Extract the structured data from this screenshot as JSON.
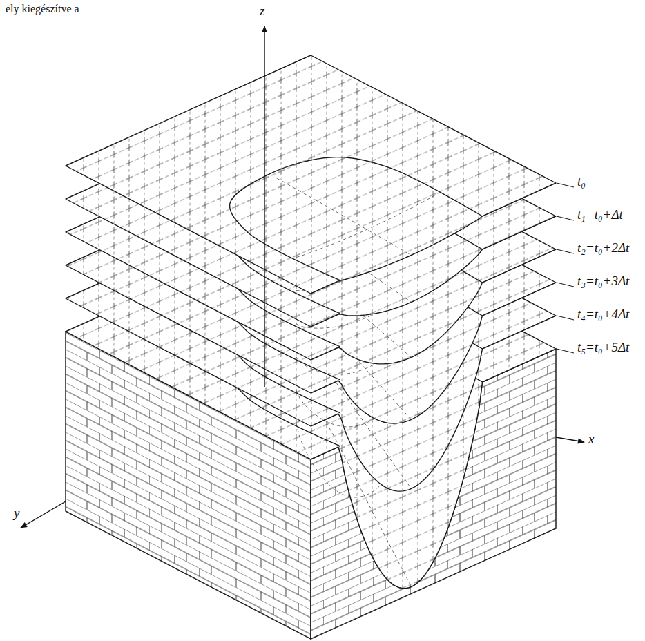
{
  "diagram": {
    "labels": [
      "ely kiegészítve a",
      "z",
      "t₀",
      "t₁=t₀+Δt",
      "t₂=t₀+2Δt",
      "t₃=t₀+3Δt",
      "t₄=t₀+4Δt",
      "t₅=t₀+5Δt",
      "x",
      "y"
    ]
  }
}
